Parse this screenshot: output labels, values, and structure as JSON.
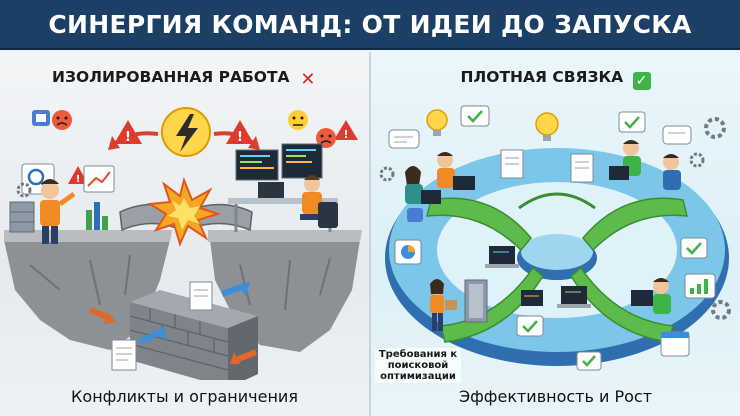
{
  "banner": {
    "title": "СИНЕРГИЯ КОМАНД: ОТ ИДЕИ ДО ЗАПУСКА"
  },
  "left_panel": {
    "heading": "ИЗОЛИРОВАННАЯ РАБОТА",
    "heading_mark": "✕",
    "caption": "Конфликты и ограничения"
  },
  "right_panel": {
    "heading": "ПЛОТНАЯ СВЯЗКА",
    "heading_mark": "✓",
    "caption": "Эффективность и Рост",
    "seo_label": "Требования к поисковой оптимизации"
  },
  "colors": {
    "banner": "#1c3f66",
    "negative": "#d62a1f",
    "positive": "#3fb24a",
    "warning": "#e03a2f",
    "bridge_green": "#5dbb4c",
    "rock": "#8c9196"
  }
}
